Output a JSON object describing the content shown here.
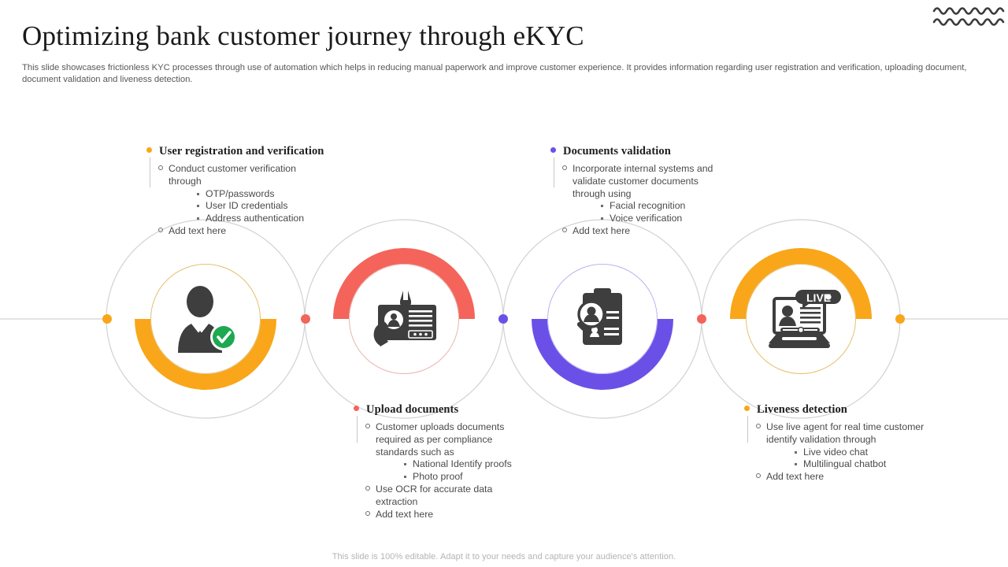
{
  "header": {
    "title": "Optimizing bank customer journey through eKYC",
    "subtitle": "This slide showcases frictionless KYC processes through use of automation which helps in reducing manual paperwork and improve customer experience. It provides information regarding user registration and verification, uploading document, document validation and liveness detection.",
    "decoration": "wavy-lines"
  },
  "colors": {
    "orange": "#F9A61A",
    "red": "#F4645A",
    "purple": "#6B50E8",
    "green": "#1DA851",
    "dark": "#3E3E3E",
    "line": "#CFCFCF",
    "title": "#1A1A1A",
    "body": "#4A4A4A",
    "footer": "#B4B4B6"
  },
  "steps": [
    {
      "id": "user-registration",
      "heading": "User registration  and verification",
      "accent": "#F9A61A",
      "icon": "businessman-verified-icon",
      "arc_position": "bottom",
      "items": [
        {
          "text": "Conduct customer verification through",
          "sub": [
            "OTP/passwords",
            "User ID credentials",
            "Address authentication"
          ]
        },
        {
          "text": "Add text here",
          "sub": []
        }
      ]
    },
    {
      "id": "upload-documents",
      "heading": "Upload  documents",
      "accent": "#F4645A",
      "icon": "id-card-hand-icon",
      "arc_position": "top",
      "items": [
        {
          "text": "Customer uploads documents required as per compliance standards such as",
          "sub": [
            "National Identify  proofs",
            "Photo proof"
          ]
        },
        {
          "text": "Use OCR for accurate data extraction",
          "sub": []
        },
        {
          "text": "Add text here",
          "sub": []
        }
      ]
    },
    {
      "id": "documents-validation",
      "heading": "Documents validation",
      "accent": "#6B50E8",
      "icon": "clipboard-magnifier-icon",
      "arc_position": "bottom",
      "items": [
        {
          "text": "Incorporate  internal  systems and validate  customer documents through  using",
          "sub": [
            "Facial recognition",
            "Voice verification"
          ]
        },
        {
          "text": "Add text here",
          "sub": []
        }
      ]
    },
    {
      "id": "liveness-detection",
      "heading": "Liveness detection",
      "accent": "#F9A61A",
      "icon": "laptop-live-video-icon",
      "arc_position": "top",
      "items": [
        {
          "text": "Use live  agent for real time customer identify validation  through",
          "sub": [
            "Live  video  chat",
            "Multilingual  chatbot"
          ]
        },
        {
          "text": "Add text here",
          "sub": []
        }
      ]
    }
  ],
  "connector_dots": [
    {
      "name": "dot-1",
      "color": "#F9A61A"
    },
    {
      "name": "dot-2",
      "color": "#F4645A"
    },
    {
      "name": "dot-3",
      "color": "#6B50E8"
    },
    {
      "name": "dot-4",
      "color": "#F4645A"
    },
    {
      "name": "dot-5",
      "color": "#F9A61A"
    }
  ],
  "footer": {
    "note": "This slide is 100% editable. Adapt it to your needs and capture your audience's attention."
  },
  "live_badge": {
    "label": "LIVE"
  }
}
